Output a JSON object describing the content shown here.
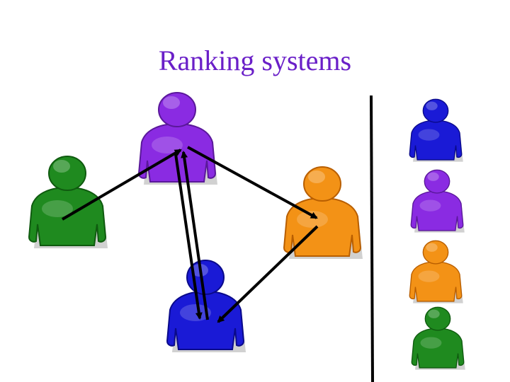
{
  "slide": {
    "title": "Ranking systems"
  },
  "diagram": {
    "nodes": [
      {
        "id": "purple",
        "color": "#8a2be2",
        "dark": "#5a189a",
        "icon": "person-icon"
      },
      {
        "id": "green",
        "color": "#1f8a1f",
        "dark": "#0f5a0f",
        "icon": "person-icon"
      },
      {
        "id": "orange",
        "color": "#f39216",
        "dark": "#b85e00",
        "icon": "person-icon"
      },
      {
        "id": "blue",
        "color": "#1a1ad6",
        "dark": "#0a0a8a",
        "icon": "person-icon"
      }
    ],
    "edges": [
      {
        "from": "green",
        "to": "purple"
      },
      {
        "from": "purple",
        "to": "orange"
      },
      {
        "from": "orange",
        "to": "blue"
      },
      {
        "from": "purple",
        "to": "blue"
      },
      {
        "from": "blue",
        "to": "purple"
      }
    ],
    "ranking": [
      "blue",
      "purple",
      "orange",
      "green"
    ],
    "divider_color": "#000000"
  }
}
